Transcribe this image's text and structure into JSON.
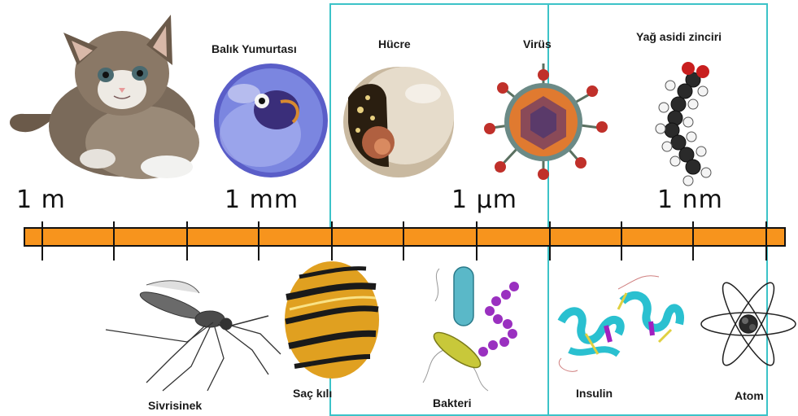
{
  "scale_labels": [
    "1 m",
    "1 mm",
    "1 µm",
    "1 nm"
  ],
  "top_items": [
    "Balık Yumurtası",
    "Hücre",
    "Virüs",
    "Yağ asidi zinciri"
  ],
  "bottom_items": [
    "Sivrisinek",
    "Saç kılı",
    "Bakteri",
    "Insulin",
    "Atom"
  ],
  "colors": {
    "bar_fill": "#f7941d",
    "bar_stroke": "#111111",
    "frame": "#3cc3c8"
  },
  "icons": [
    "kitten-image",
    "fish-egg-image",
    "cell-image",
    "virus-image",
    "fatty-acid-chain-image",
    "mosquito-image",
    "hair-strand-image",
    "bacteria-image",
    "insulin-protein-image",
    "atom-image"
  ]
}
